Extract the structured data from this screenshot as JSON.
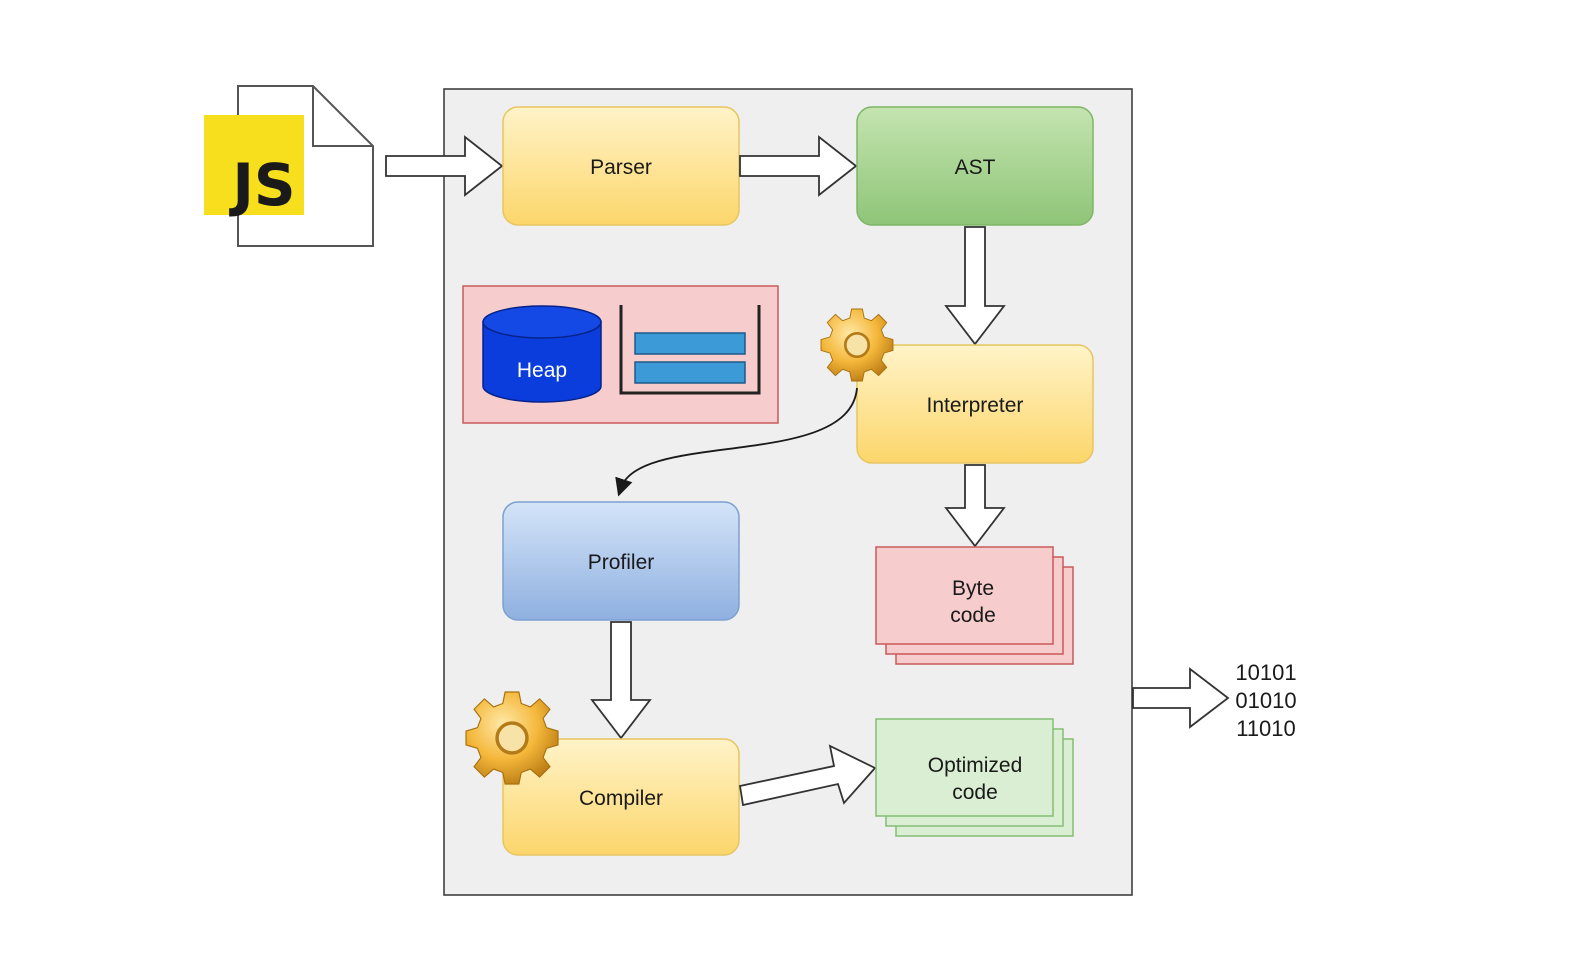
{
  "source_file": {
    "badge_text": "JS",
    "badge_color": "#f7df1e"
  },
  "nodes": {
    "parser": {
      "label": "Parser"
    },
    "ast": {
      "label": "AST"
    },
    "heap": {
      "label": "Heap"
    },
    "interpreter": {
      "label": "Interpreter"
    },
    "profiler": {
      "label": "Profiler"
    },
    "bytecode": {
      "line1": "Byte",
      "line2": "code"
    },
    "compiler": {
      "label": "Compiler"
    },
    "optimized": {
      "line1": "Optimized",
      "line2": "code"
    }
  },
  "output": {
    "lines": [
      "10101",
      "01010",
      "11010"
    ]
  },
  "colors": {
    "yellow_fill": "#fdeaa0",
    "green_fill": "#a6d28a",
    "blue_fill": "#a9c4ea",
    "red_fill": "#f6cccc",
    "lightgreen_fill": "#d9eed3",
    "heap_blue": "#0a3ddc",
    "stack_blue": "#3c9ad6",
    "gear": "#f4b73a"
  }
}
